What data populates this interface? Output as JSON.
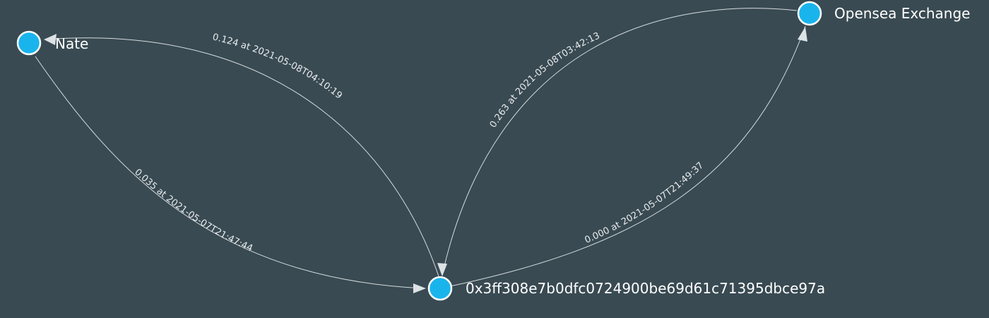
{
  "graph": {
    "background": "#394a52",
    "node_color": "#1ab4ec",
    "edge_color": "#d7dde0",
    "nodes": [
      {
        "id": "nate",
        "label": "Nate"
      },
      {
        "id": "opensea",
        "label": "Opensea Exchange"
      },
      {
        "id": "wallet",
        "label": "0x3ff308e7b0dfc0724900be69d61c71395dbce97a"
      }
    ],
    "edges": [
      {
        "from": "wallet",
        "to": "nate",
        "label": "0.124 at 2021-05-08T04:10:19"
      },
      {
        "from": "opensea",
        "to": "wallet",
        "label": "0.263 at 2021-05-08T03:42:13"
      },
      {
        "from": "nate",
        "to": "wallet",
        "label": "0.035 at 2021-05-07T21:47:44"
      },
      {
        "from": "wallet",
        "to": "opensea",
        "label": "0.000 at 2021-05-07T21:49:37"
      }
    ]
  }
}
